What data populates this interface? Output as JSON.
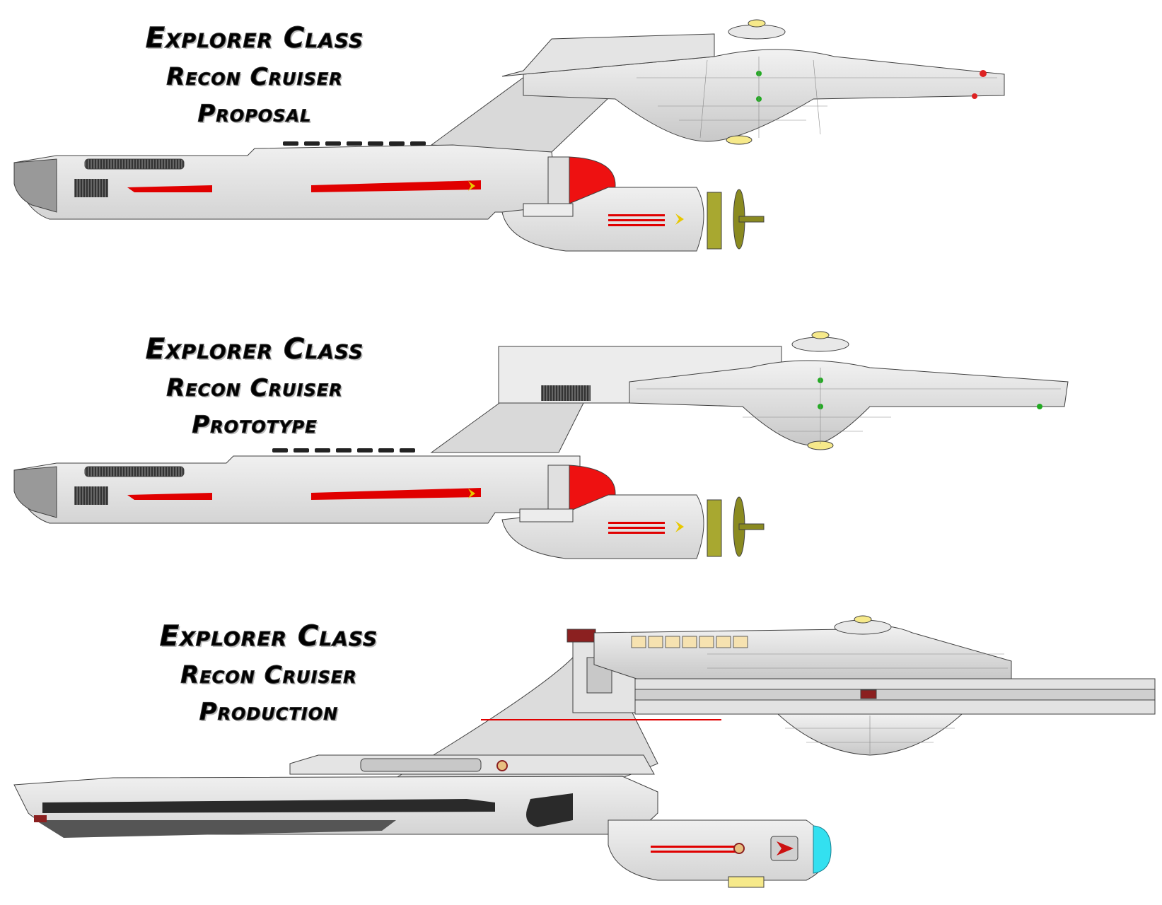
{
  "sections": [
    {
      "line1": "Explorer Class",
      "line2": "Recon Cruiser",
      "line3": "Proposal"
    },
    {
      "line1": "Explorer Class",
      "line2": "Recon Cruiser",
      "line3": "Prototype"
    },
    {
      "line1": "Explorer Class",
      "line2": "Recon Cruiser",
      "line3": "Production"
    }
  ],
  "colors": {
    "hull": "#e6e6e6",
    "hull_shade": "#cfcfcf",
    "outline": "#404040",
    "accent_red": "#e00000",
    "deflector_red": "#ee1111",
    "deflector_blue": "#33e0f0",
    "sensor_yellow": "#f6e98a",
    "dish_olive": "#8a8a20",
    "window_dark": "#2a2a2a"
  }
}
